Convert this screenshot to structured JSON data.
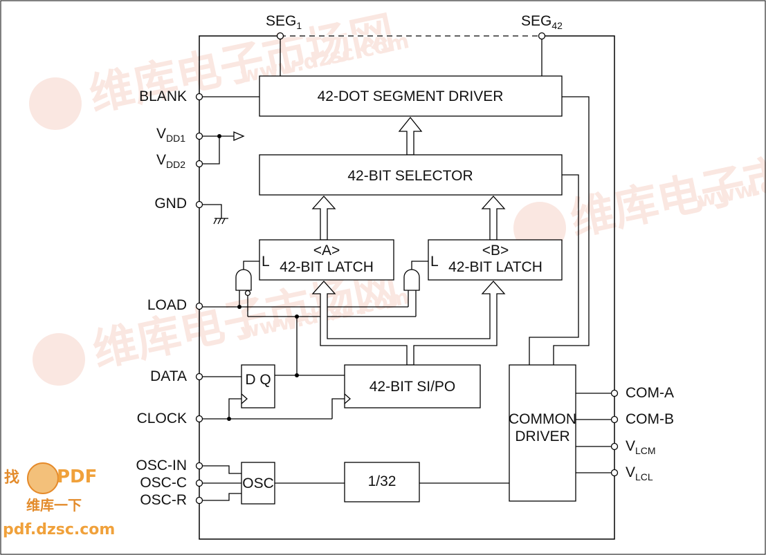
{
  "watermark": {
    "site_text": "www.dzsc.com",
    "logo_text": "维库电子市场网",
    "badge_find": "找",
    "badge_pdf": "PDF",
    "badge_slogan": "维库一下",
    "badge_url": "pdf.dzsc.com",
    "color": "#f6d3c9",
    "badge_color": "#f0a13b"
  },
  "pins": {
    "seg1": {
      "base": "SEG",
      "sub": "1"
    },
    "seg42": {
      "base": "SEG",
      "sub": "42"
    },
    "blank": "BLANK",
    "vdd1": {
      "base": "V",
      "sub": "DD1"
    },
    "vdd2": {
      "base": "V",
      "sub": "DD2"
    },
    "gnd": "GND",
    "load": "LOAD",
    "data": "DATA",
    "clock": "CLOCK",
    "osc_in": "OSC-IN",
    "osc_c": "OSC-C",
    "osc_r": "OSC-R",
    "com_a": "COM-A",
    "com_b": "COM-B",
    "vlcm": {
      "base": "V",
      "sub": "LCM"
    },
    "vlcl": {
      "base": "V",
      "sub": "LCL"
    }
  },
  "blocks": {
    "segment_driver": "42-DOT SEGMENT DRIVER",
    "selector": "42-BIT SELECTOR",
    "latch_a_tag": "<A>",
    "latch_a": "42-BIT LATCH",
    "latch_b_tag": "<B>",
    "latch_b": "42-BIT LATCH",
    "latch_enable": "L",
    "dff": "D Q",
    "sipo": "42-BIT SI/PO",
    "osc": "OSC",
    "divider": "1/32",
    "common_driver_line1": "COMMON",
    "common_driver_line2": "DRIVER"
  }
}
